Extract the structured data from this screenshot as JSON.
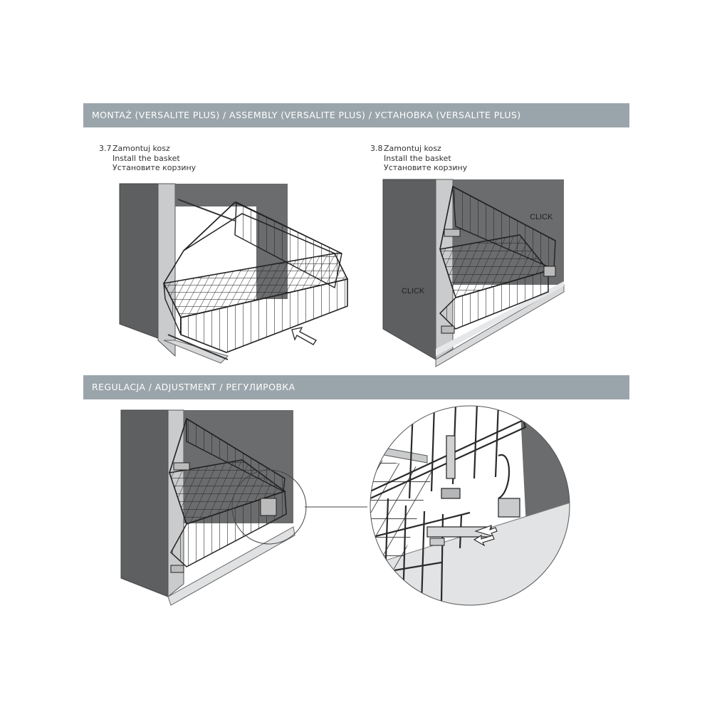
{
  "section_assembly": {
    "title": "MONTAŻ (VERSALITE PLUS) / ASSEMBLY (VERSALITE PLUS) / УСТАНОВКА (VERSALITE PLUS)"
  },
  "step_3_7": {
    "number": "3.7",
    "line_pl": "Zamontuj kosz",
    "line_en": "Install the basket",
    "line_ru": "Установите корзину"
  },
  "step_3_8": {
    "number": "3.8",
    "line_pl": "Zamontuj kosz",
    "line_en": "Install the basket",
    "line_ru": "Установите корзину",
    "click_right": "CLICK",
    "click_left": "CLICK"
  },
  "section_adjustment": {
    "title": "REGULACJA / ADJUSTMENT / РЕГУЛИРОВКА"
  },
  "colors": {
    "band": "#9aa5ab",
    "cabinet_dark": "#5d5f60",
    "cabinet_light": "#c9cbcc",
    "floor": "#e4e5e6",
    "wire": "#2a2a2a"
  }
}
